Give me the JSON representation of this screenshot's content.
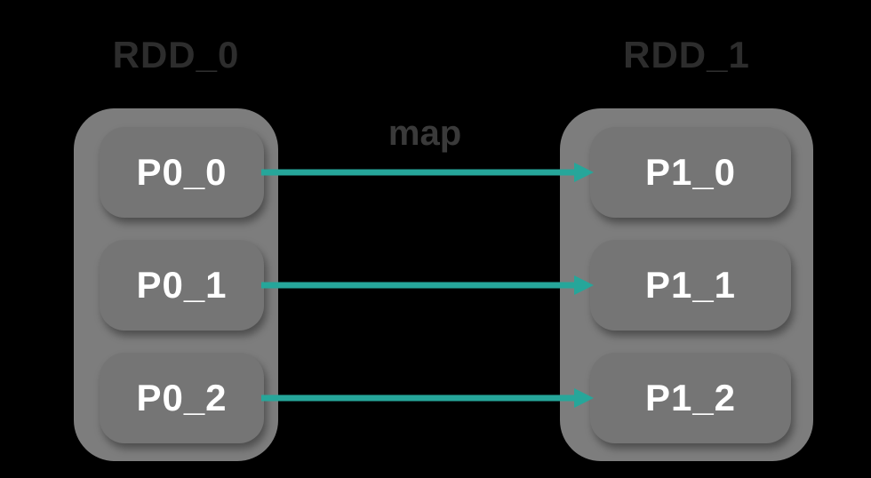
{
  "diagram": {
    "left_group": {
      "title": "RDD_0",
      "partitions": [
        {
          "label": "P0_0"
        },
        {
          "label": "P0_1"
        },
        {
          "label": "P0_2"
        }
      ]
    },
    "right_group": {
      "title": "RDD_1",
      "partitions": [
        {
          "label": "P1_0"
        },
        {
          "label": "P1_1"
        },
        {
          "label": "P1_2"
        }
      ]
    },
    "edge_label": "map",
    "mappings": [
      {
        "from": "P0_0",
        "to": "P1_0"
      },
      {
        "from": "P0_1",
        "to": "P1_1"
      },
      {
        "from": "P0_2",
        "to": "P1_2"
      }
    ],
    "colors": {
      "background": "#000000",
      "container": "#7d7d7d",
      "partition": "#757575",
      "arrow": "#26a69a",
      "title_text": "#2d2d2d",
      "edge_label_text": "#3a3a3a",
      "partition_text": "#ffffff"
    }
  }
}
